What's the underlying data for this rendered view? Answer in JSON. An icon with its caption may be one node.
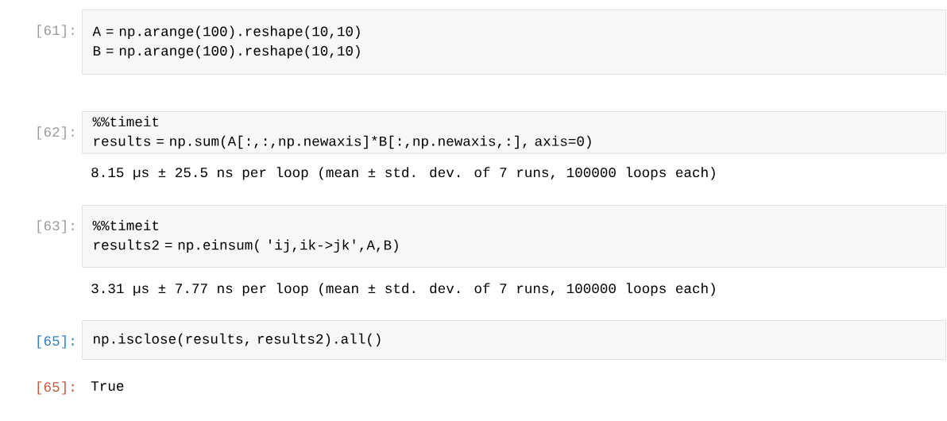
{
  "diagram": {
    "nodes": [
      {
        "text": [
          "A = np.arange(100).reshape(10,10)",
          "B = np.arange(100).reshape(10,10)"
        ],
        "beside": [
          "[61]:"
        ]
      },
      {
        "text": [
          "%%timeit",
          "results = np.sum(A[:,:,np.newaxis]*B[:,np.newaxis,:], axis=0)"
        ],
        "beside": [
          "[62]:"
        ]
      },
      {
        "text": [
          "%%timeit",
          "results2 = np.einsum( 'ij,ik->jk',A,B)"
        ],
        "beside": [
          "[63]:"
        ]
      },
      {
        "text": [
          "np.isclose(results, results2).all()"
        ],
        "beside": [
          "[65]:"
        ]
      }
    ],
    "labels": [
      "8.15 µs ± 25.5 ns per loop (mean ± std. dev. of 7 runs, 100000 loops each)",
      "3.31 µs ± 7.77 ns per loop (mean ± std. dev. of 7 runs, 100000 loops each)",
      "[65]:",
      "True"
    ]
  }
}
